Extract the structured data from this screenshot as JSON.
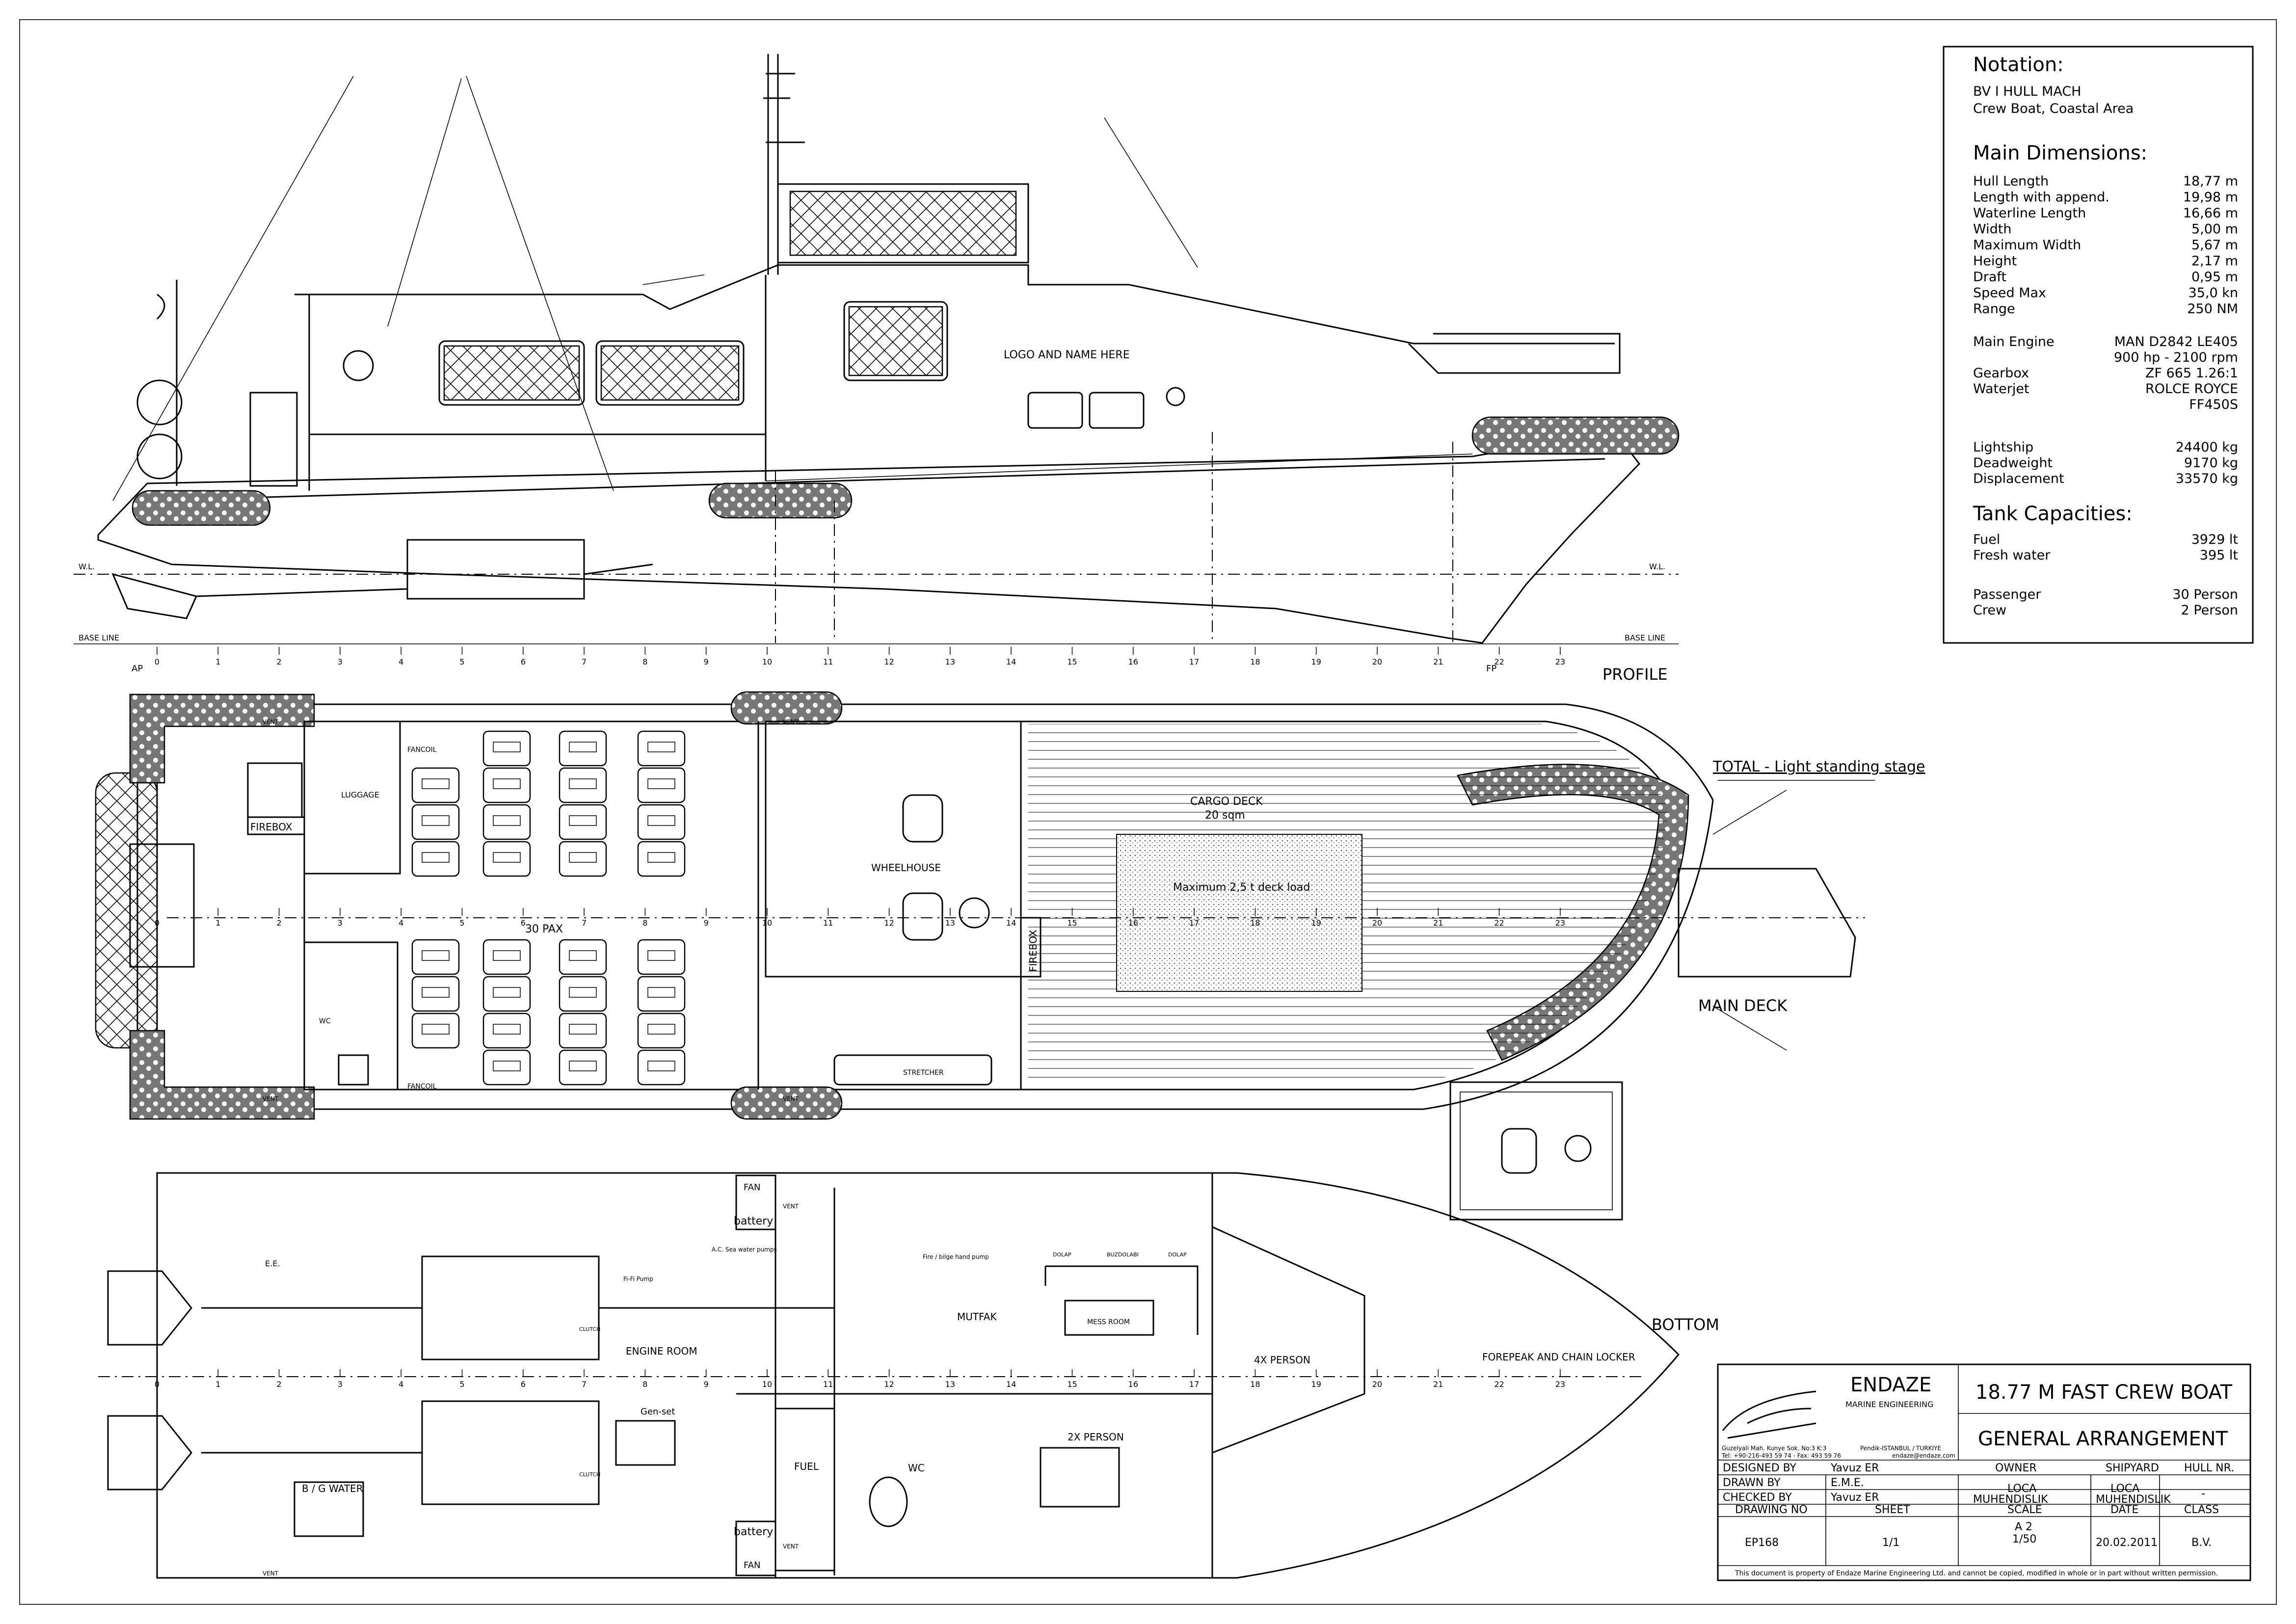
{
  "views": {
    "profile": "PROFILE",
    "main_deck": "MAIN DECK",
    "bottom": "BOTTOM",
    "total_stage": "TOTAL - Light standing stage"
  },
  "profile_labels": {
    "logo": "LOGO AND NAME HERE",
    "wl_left": "W.L.",
    "wl_right": "W.L.",
    "base_left": "BASE LINE",
    "base_right": "BASE LINE",
    "ap": "AP",
    "fp": "FP",
    "stations": [
      "0",
      "1",
      "2",
      "3",
      "4",
      "5",
      "6",
      "7",
      "8",
      "9",
      "10",
      "11",
      "12",
      "13",
      "14",
      "15",
      "16",
      "17",
      "18",
      "19",
      "20",
      "21",
      "22",
      "23"
    ]
  },
  "deck_labels": {
    "firebox_left": "FIREBOX",
    "luggage": "LUGGAGE",
    "fancoil_top": "FANCOIL",
    "fancoil_bottom": "FANCOIL",
    "pax": "30 PAX",
    "wc": "WC",
    "vent_tl": "VENT",
    "vent_bl": "VENT",
    "vent_tm": "VENT",
    "vent_bm": "VENT",
    "wheelhouse": "WHEELHOUSE",
    "firebox_right": "FIREBOX",
    "cargo_deck": "CARGO DECK",
    "cargo_area": "20 sqm",
    "deck_load": "Maximum 2,5 t deck load",
    "stretcher": "STRETCHER"
  },
  "bottom_labels": {
    "fan_top": "FAN",
    "fan_bottom": "FAN",
    "battery_top": "battery",
    "battery_bottom": "battery",
    "vent_top": "VENT",
    "vent_bottom": "VENT",
    "vent_bl": "VENT",
    "ee": "E.E.",
    "ac_pump": "A.C. Sea water pumps",
    "fifi_pump": "Fi-Fi Pump",
    "clutch_top": "CLUTCH",
    "clutch_bottom": "CLUTCH",
    "fire_bilge": "Fire / bilge hand pump",
    "engine_room": "ENGINE ROOM",
    "genset": "Gen-set",
    "bg_water": "B / G WATER",
    "fuel": "FUEL",
    "mutfak": "MUTFAK",
    "mess_room": "MESS ROOM",
    "dolap_1": "DOLAP",
    "dolap_2": "DOLAP",
    "buzdolabi": "BUZDOLABI",
    "wc": "WC",
    "person_2x": "2X PERSON",
    "person_4x": "4X PERSON",
    "forepeak": "FOREPEAK AND CHAIN LOCKER"
  },
  "notation": {
    "heading": "Notation:",
    "class_line": "BV I HULL MACH",
    "service_line": "Crew Boat, Coastal Area",
    "dims_heading": "Main Dimensions:",
    "dims": [
      {
        "k": "Hull Length",
        "v": "18,77 m"
      },
      {
        "k": "Length with append.",
        "v": "19,98 m"
      },
      {
        "k": "Waterline Length",
        "v": "16,66 m"
      },
      {
        "k": "Width",
        "v": "5,00 m"
      },
      {
        "k": "Maximum Width",
        "v": "5,67 m"
      },
      {
        "k": "Height",
        "v": "2,17 m"
      },
      {
        "k": "Draft",
        "v": "0,95 m"
      },
      {
        "k": "Speed Max",
        "v": "35,0 kn"
      },
      {
        "k": "Range",
        "v": "250 NM"
      }
    ],
    "machinery": [
      {
        "k": "Main Engine",
        "v": "MAN D2842 LE405"
      },
      {
        "k": "",
        "v": "900 hp - 2100 rpm"
      },
      {
        "k": "Gearbox",
        "v": "ZF 665  1.26:1"
      },
      {
        "k": "Waterjet",
        "v": "ROLCE ROYCE"
      },
      {
        "k": "",
        "v": "FF450S"
      }
    ],
    "weights": [
      {
        "k": "Lightship",
        "v": "24400 kg"
      },
      {
        "k": "Deadweight",
        "v": "9170 kg"
      },
      {
        "k": "Displacement",
        "v": "33570 kg"
      }
    ],
    "tanks_heading": "Tank Capacities:",
    "tanks": [
      {
        "k": "Fuel",
        "v": "3929 lt"
      },
      {
        "k": "Fresh water",
        "v": "395 lt"
      }
    ],
    "people": [
      {
        "k": "Passenger",
        "v": "30 Person"
      },
      {
        "k": "Crew",
        "v": "2 Person"
      }
    ]
  },
  "title_block": {
    "company": "ENDAZE",
    "company_sub": "MARINE ENGINEERING",
    "address_left": "Guzelyali Mah. Kunye Sok. No:3 K:3",
    "address_phone": "Tel: +90-216-493 59 74 - Fax: 493 59 76",
    "address_right": "Pendik-ISTANBUL / TURKIYE",
    "address_mail": "endaze@endaze.com",
    "project": "18.77 M FAST CREW BOAT",
    "drawing_title": "GENERAL ARRANGEMENT",
    "designed_by_label": "DESIGNED BY",
    "designed_by": "Yavuz ER",
    "drawn_by_label": "DRAWN BY",
    "drawn_by": "E.M.E.",
    "checked_by_label": "CHECKED BY",
    "checked_by": "Yavuz ER",
    "owner_label": "OWNER",
    "owner_1": "LOCA",
    "owner_2": "MUHENDISLIK",
    "shipyard_label": "SHIPYARD",
    "shipyard_1": "LOCA",
    "shipyard_2": "MUHENDISLIK",
    "hull_label": "HULL NR.",
    "hull": "-",
    "drawing_no_label": "DRAWING NO",
    "drawing_no": "EP168",
    "sheet_label": "SHEET",
    "sheet": "1/1",
    "scale_label": "SCALE",
    "scale_1": "A 2",
    "scale_2": "1/50",
    "date_label": "DATE",
    "date": "20.02.2011",
    "class_label": "CLASS",
    "class": "B.V.",
    "footer": "This document is property of  Endaze Marine Engineering Ltd. and cannot be copied, modified in whole or in part without written permission."
  }
}
